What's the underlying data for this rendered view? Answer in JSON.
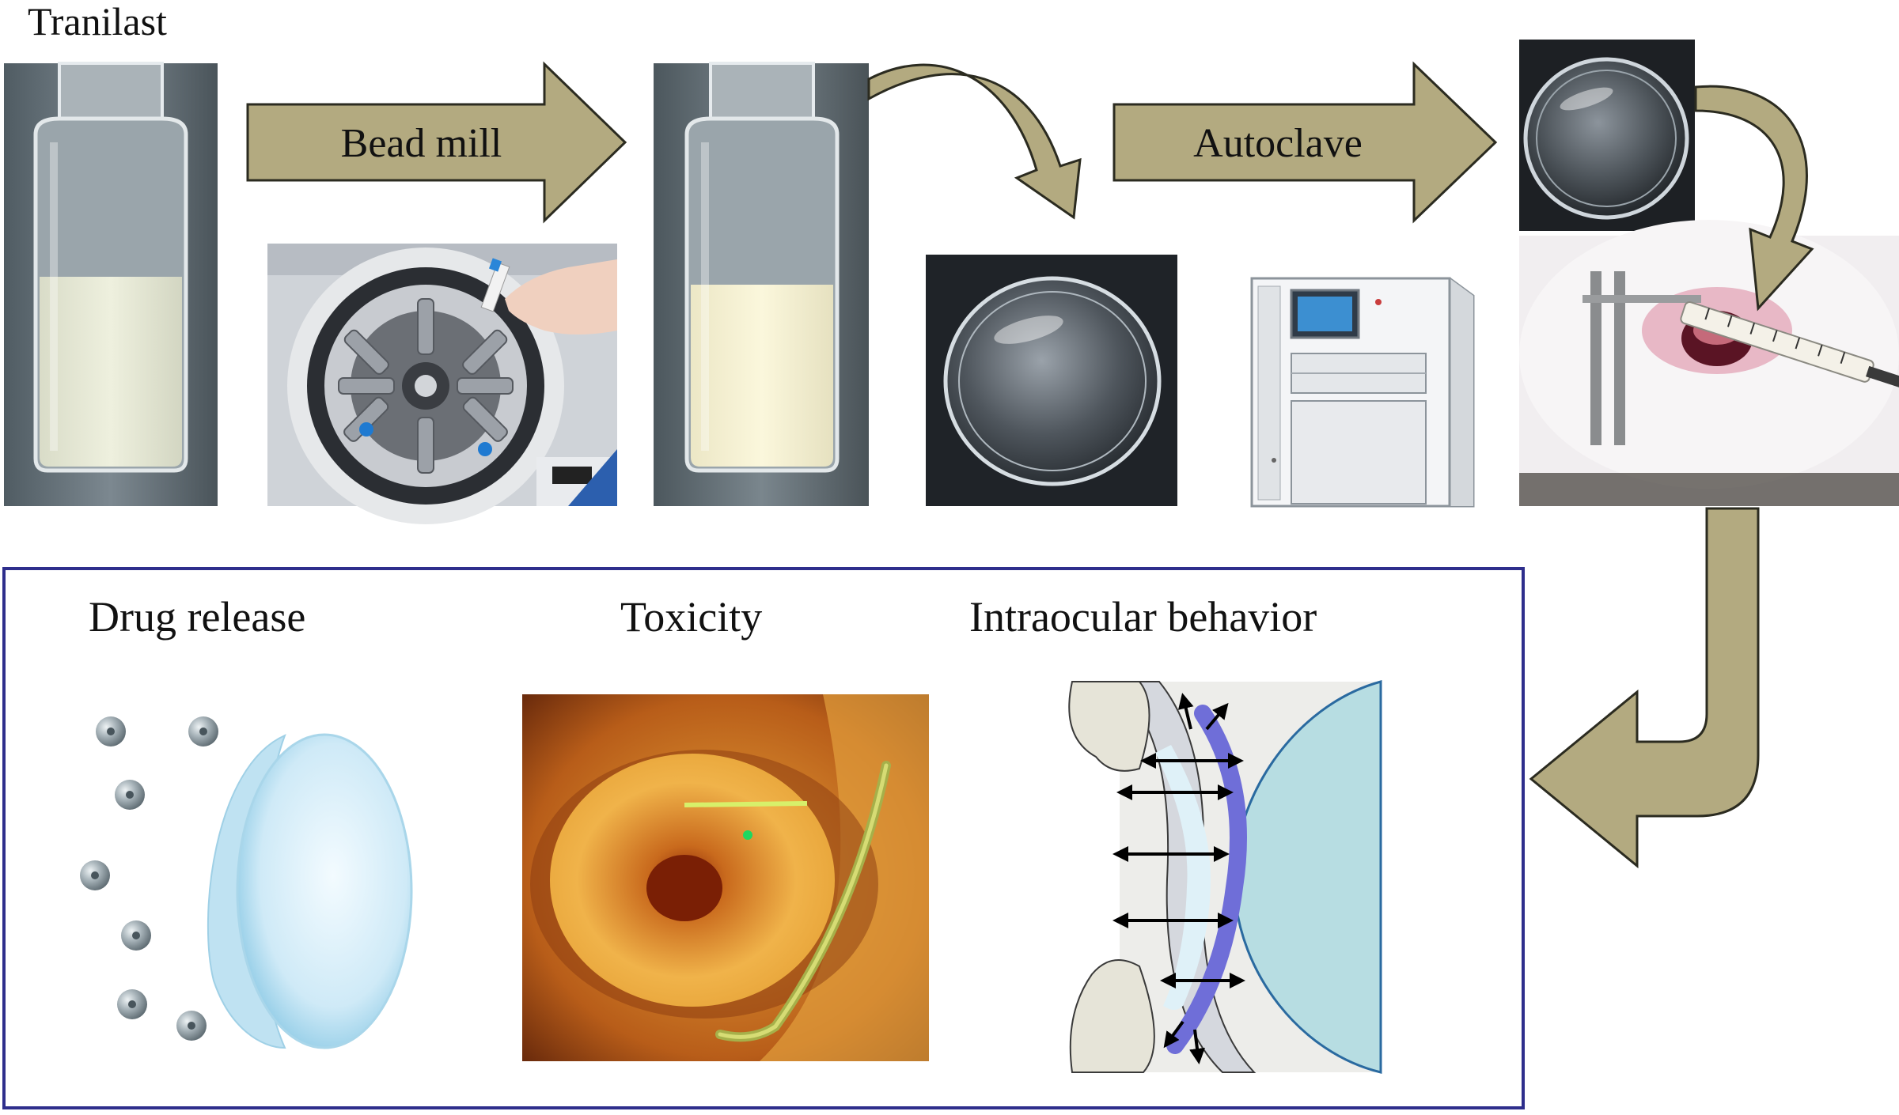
{
  "labels": {
    "tranilast": "Tranilast",
    "bead_mill": "Bead mill",
    "autoclave": "Autoclave"
  },
  "evaluation": {
    "drug_release": "Drug release",
    "toxicity": "Toxicity",
    "intraocular_behavior": "Intraocular behavior"
  },
  "colors": {
    "arrow_fill": "#b3aa80",
    "arrow_stroke": "#2b2b20",
    "panel_border": "#2e2e8c",
    "lens_blue": "#bfe2f2",
    "sphere_gray": "#a8b4ba",
    "lens_purple": "#6f6ed8",
    "cornea_teal": "#b7dde2"
  }
}
